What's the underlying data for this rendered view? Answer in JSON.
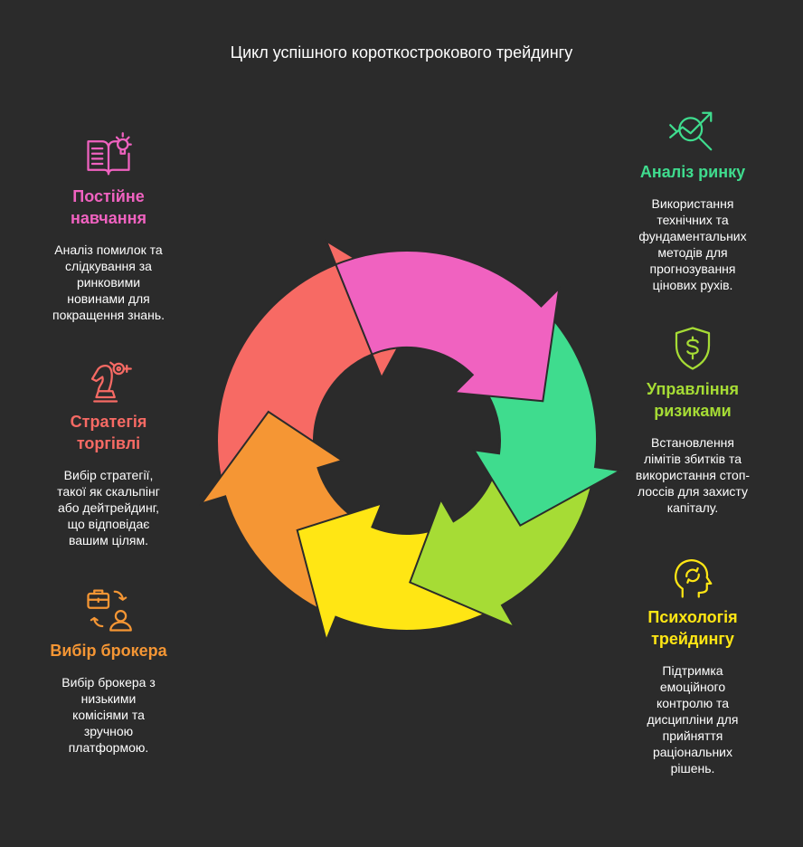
{
  "title": "Цикл успішного короткострокового трейдингу",
  "colors": {
    "background": "#2b2b2b",
    "pink": "#f062c0",
    "green": "#3fdc8e",
    "lime": "#a6dc35",
    "yellow": "#ffe614",
    "orange": "#f59634",
    "red": "#f76a64"
  },
  "items": [
    {
      "key": "education",
      "icon": "book-lightbulb-icon",
      "heading": "Постійне\nнавчання",
      "text": "Аналіз помилок та\nслідкування за\nринковими\nновинами для\nпокращення знань.",
      "color": "#f062c0"
    },
    {
      "key": "strategy",
      "icon": "chess-knight-icon",
      "heading": "Стратегія\nторгівлі",
      "text": "Вибір стратегії,\nтакої як скальпінг\nабо дейтрейдинг,\nщо відповідає\nвашим цілям.",
      "color": "#f76a64"
    },
    {
      "key": "broker",
      "icon": "briefcase-exchange-icon",
      "heading": "Вибір брокера",
      "text": "Вибір брокера з\nнизькими\nкомісіями та\nзручною\nплатформою.",
      "color": "#f59634"
    },
    {
      "key": "market",
      "icon": "chart-magnifier-icon",
      "heading": "Аналіз ринку",
      "text": "Використання\nтехнічних та\nфундаментальних\nметодів для\nпрогнозування\nцінових рухів.",
      "color": "#3fdc8e"
    },
    {
      "key": "risk",
      "icon": "shield-dollar-icon",
      "heading": "Управління\nризиками",
      "text": "Встановлення\nлімітів збитків та\nвикористання стоп-\nлоссів для захисту\nкапіталу.",
      "color": "#a6dc35"
    },
    {
      "key": "psychology",
      "icon": "head-gears-icon",
      "heading": "Психологія\nтрейдингу",
      "text": "Підтримка\nемоційного\nконтролю та\nдисципліни для\nприйняття\nраціональних\nрішень.",
      "color": "#ffe614"
    }
  ]
}
